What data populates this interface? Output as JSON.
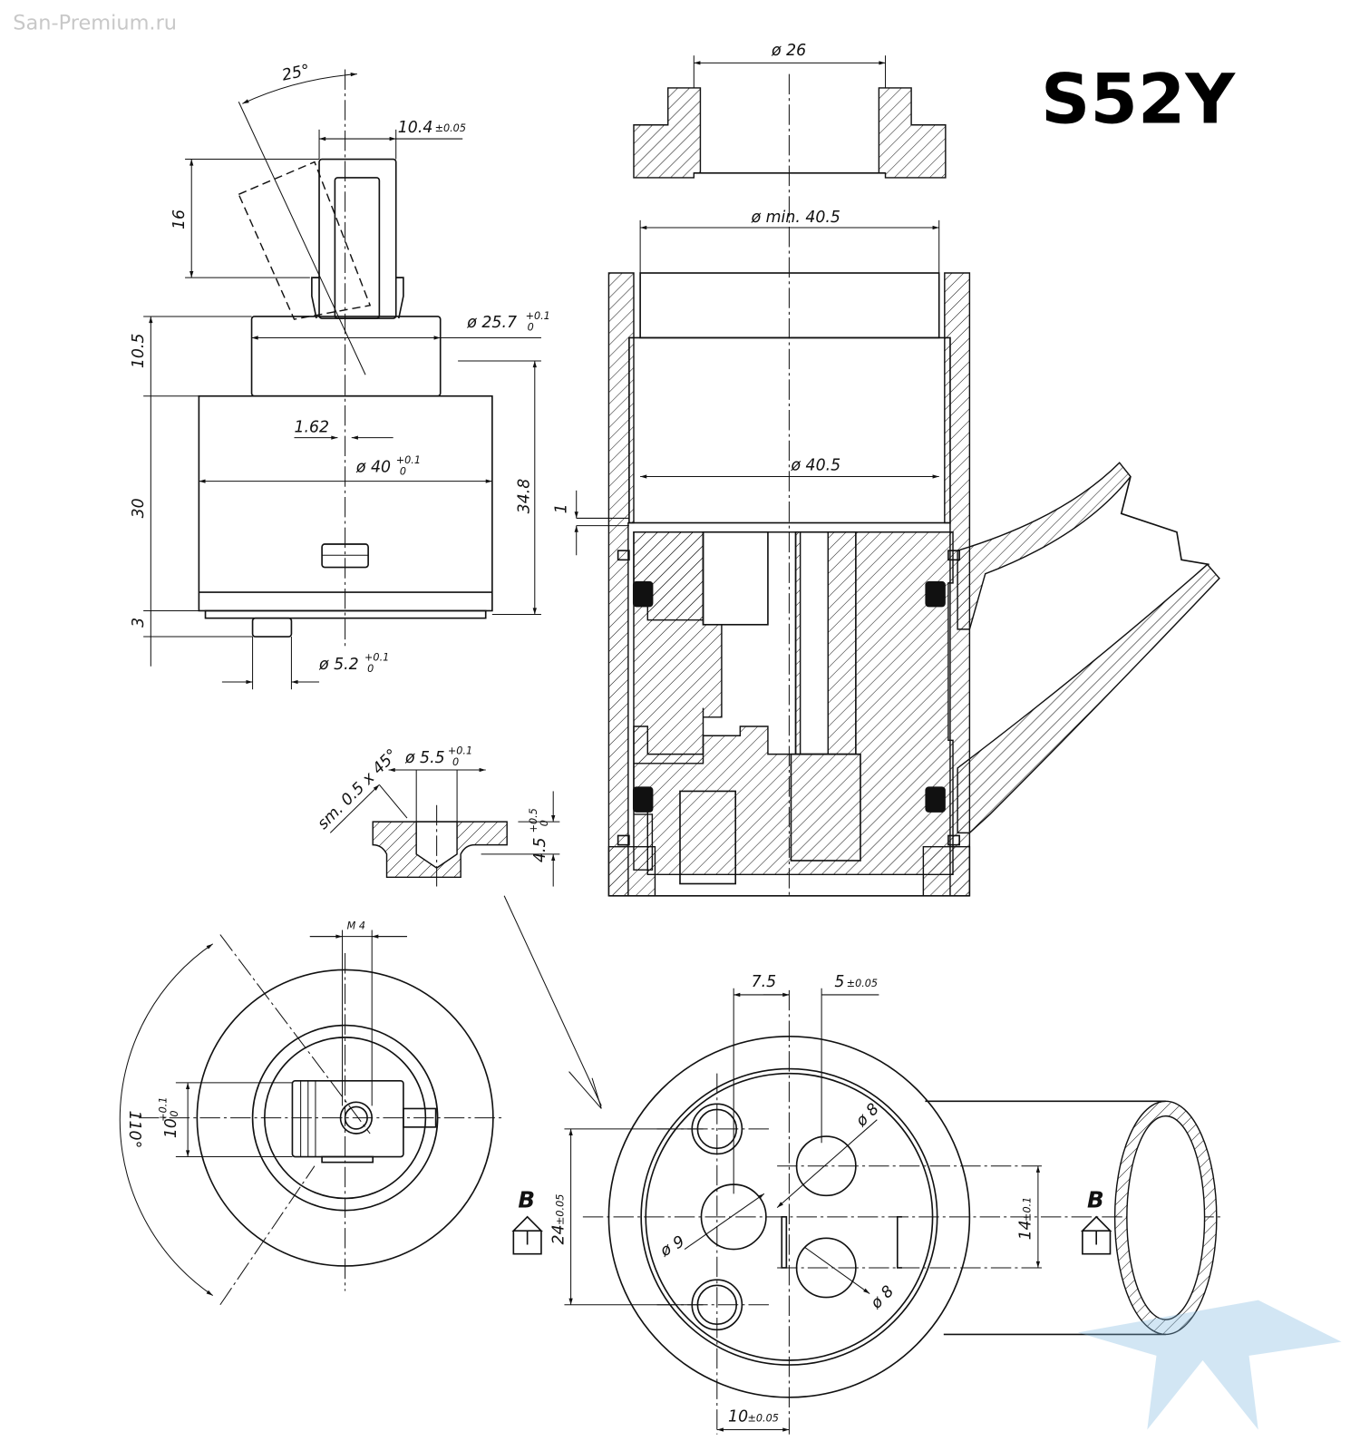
{
  "watermark": "San-Premium.ru",
  "model": "S52Y",
  "side_view": {
    "angle": "25°",
    "stem_width": "10.4",
    "stem_width_tol": "±0.05",
    "stem_height": "16",
    "cap_height": "10.5",
    "body_height": "30",
    "base_height": "3",
    "total_height": "34.8",
    "cap_diameter": "ø 25.7",
    "body_diameter": "ø 40",
    "pin_diameter": "ø 5.2",
    "tol_plus": "+0.1",
    "tol_zero": "0",
    "offset": "1.62"
  },
  "section_view": {
    "nut_diameter": "ø 26",
    "min_bore": "ø min. 40.5",
    "bore": "ø 40.5",
    "gap": "1"
  },
  "detail": {
    "chamfer": "sm. 0.5 x 45°",
    "hole_diameter": "ø 5.5",
    "hole_tol_plus": "+0.1",
    "hole_tol_zero": "0",
    "depth": "4.5",
    "depth_tol_plus": "+0.5",
    "depth_tol_zero": "0"
  },
  "top_view": {
    "thread": "M 4",
    "rotation": "110°",
    "slot": "10",
    "slot_tol_plus": "+0.1",
    "slot_tol_zero": "0"
  },
  "bottom_view": {
    "offset_a": "7.5",
    "offset_b": "5",
    "offset_b_tol": "±0.05",
    "hole_8_a": "ø 8",
    "hole_8_b": "ø 8",
    "hole_9": "ø 9",
    "spacing_24": "24",
    "spacing_24_tol": "±0.05",
    "spacing_14": "14",
    "spacing_14_tol": "±0.1",
    "width_10": "10",
    "width_10_tol": "±0.05",
    "section_left": "B",
    "section_right": "B"
  }
}
